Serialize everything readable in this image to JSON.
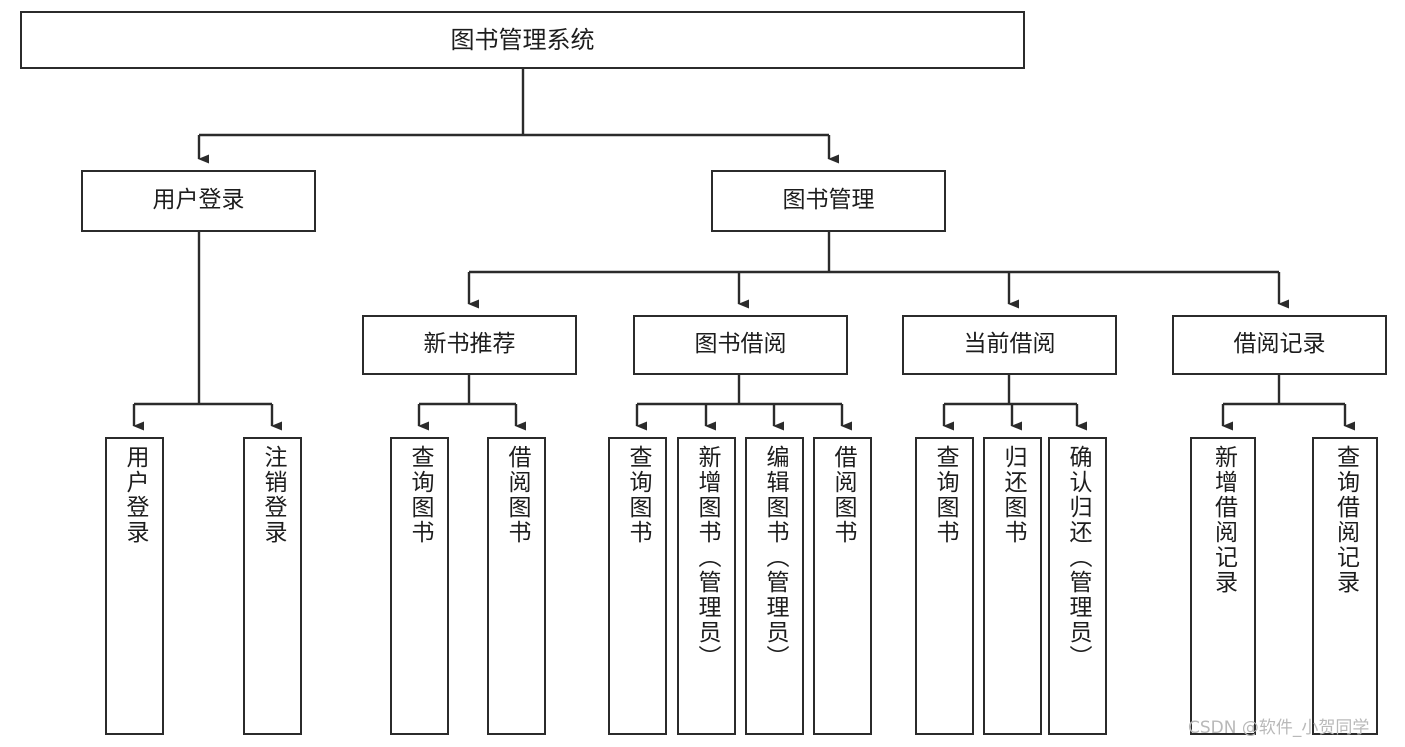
{
  "diagram": {
    "title": "图书管理系统",
    "type": "tree",
    "watermark": "CSDN @软件_小贺同学",
    "stroke_color": "#2b2b2b",
    "fill_color": "#ffffff",
    "text_color": "#1d1d1d",
    "watermark_color": "#b9b9b9"
  },
  "nodes": {
    "root": {
      "label": "图书管理系统"
    },
    "level2": [
      {
        "label": "用户登录"
      },
      {
        "label": "图书管理"
      }
    ],
    "level3": [
      {
        "label": "新书推荐"
      },
      {
        "label": "图书借阅"
      },
      {
        "label": "当前借阅"
      },
      {
        "label": "借阅记录"
      }
    ],
    "leaves": {
      "user_login": [
        {
          "label": "用户登录"
        },
        {
          "label": "注销登录"
        }
      ],
      "new_book_recommend": [
        {
          "label": "查询图书"
        },
        {
          "label": "借阅图书"
        }
      ],
      "book_borrow": [
        {
          "label": "查询图书"
        },
        {
          "label": "新增图书（管理员）"
        },
        {
          "label": "编辑图书（管理员）"
        },
        {
          "label": "借阅图书"
        }
      ],
      "current_borrow": [
        {
          "label": "查询图书"
        },
        {
          "label": "归还图书"
        },
        {
          "label": "确认归还（管理员）"
        }
      ],
      "borrow_record": [
        {
          "label": "新增借阅记录"
        },
        {
          "label": "查询借阅记录"
        }
      ]
    }
  }
}
